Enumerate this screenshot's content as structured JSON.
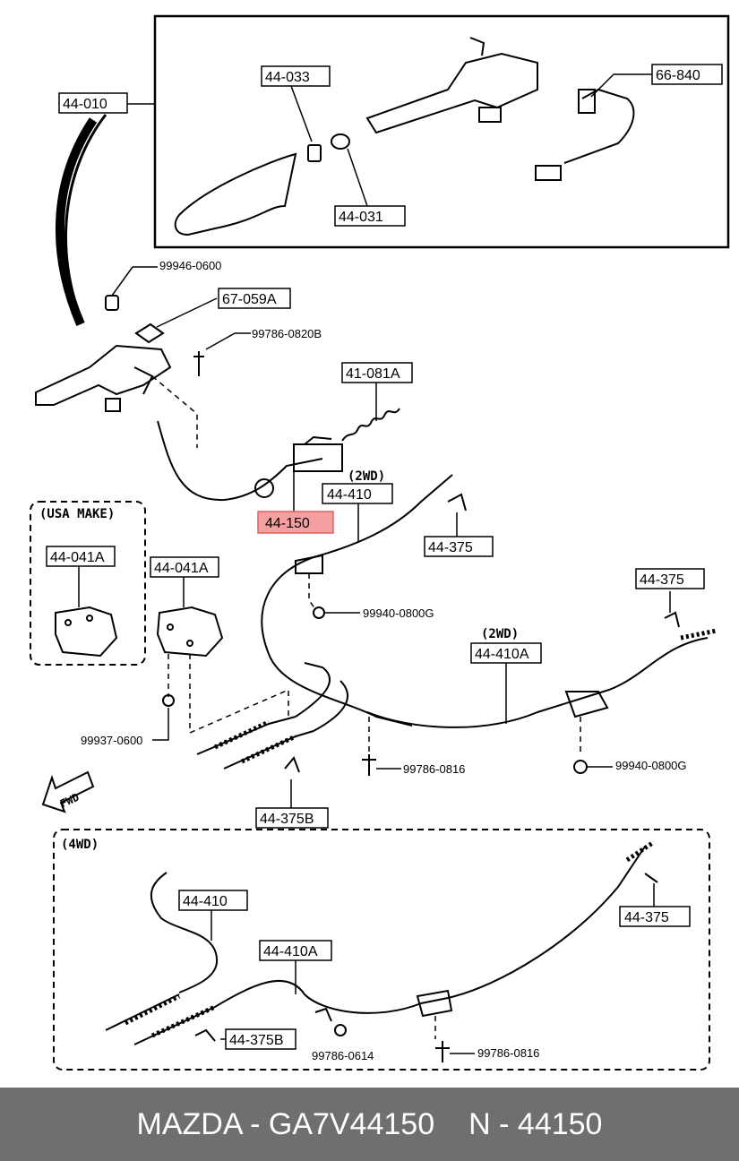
{
  "labels": {
    "l_44_010": "44-010",
    "l_44_033": "44-033",
    "l_44_031": "44-031",
    "l_66_840": "66-840",
    "l_99946": "99946-0600",
    "l_67_059a": "67-059A",
    "l_99786_0820b": "99786-0820B",
    "l_41_081a": "41-081A",
    "l_2wd_a": "(2WD)",
    "l_44_410_top": "44-410",
    "l_44_150": "44-150",
    "l_44_375_a": "44-375",
    "l_usa_make": "(USA MAKE)",
    "l_44_041a_left": "44-041A",
    "l_44_041a_right": "44-041A",
    "l_99940_a": "99940-0800G",
    "l_44_375_b": "44-375",
    "l_2wd_b": "(2WD)",
    "l_44_410a_top": "44-410A",
    "l_99937": "99937-0600",
    "l_99786_0816_a": "99786-0816",
    "l_99940_b": "99940-0800G",
    "l_fwd": "FWD",
    "l_44_375b_top": "44-375B",
    "l_4wd": "(4WD)",
    "l_44_410_bottom": "44-410",
    "l_44_375_c": "44-375",
    "l_44_410a_bottom": "44-410A",
    "l_44_375b_bottom": "44-375B",
    "l_99786_0614": "99786-0614",
    "l_99786_0816_b": "99786-0816"
  },
  "highlight_color": "#f4a0a0",
  "footer": {
    "left": "MAZDA - GA7V44150",
    "right": "N - 44150"
  }
}
